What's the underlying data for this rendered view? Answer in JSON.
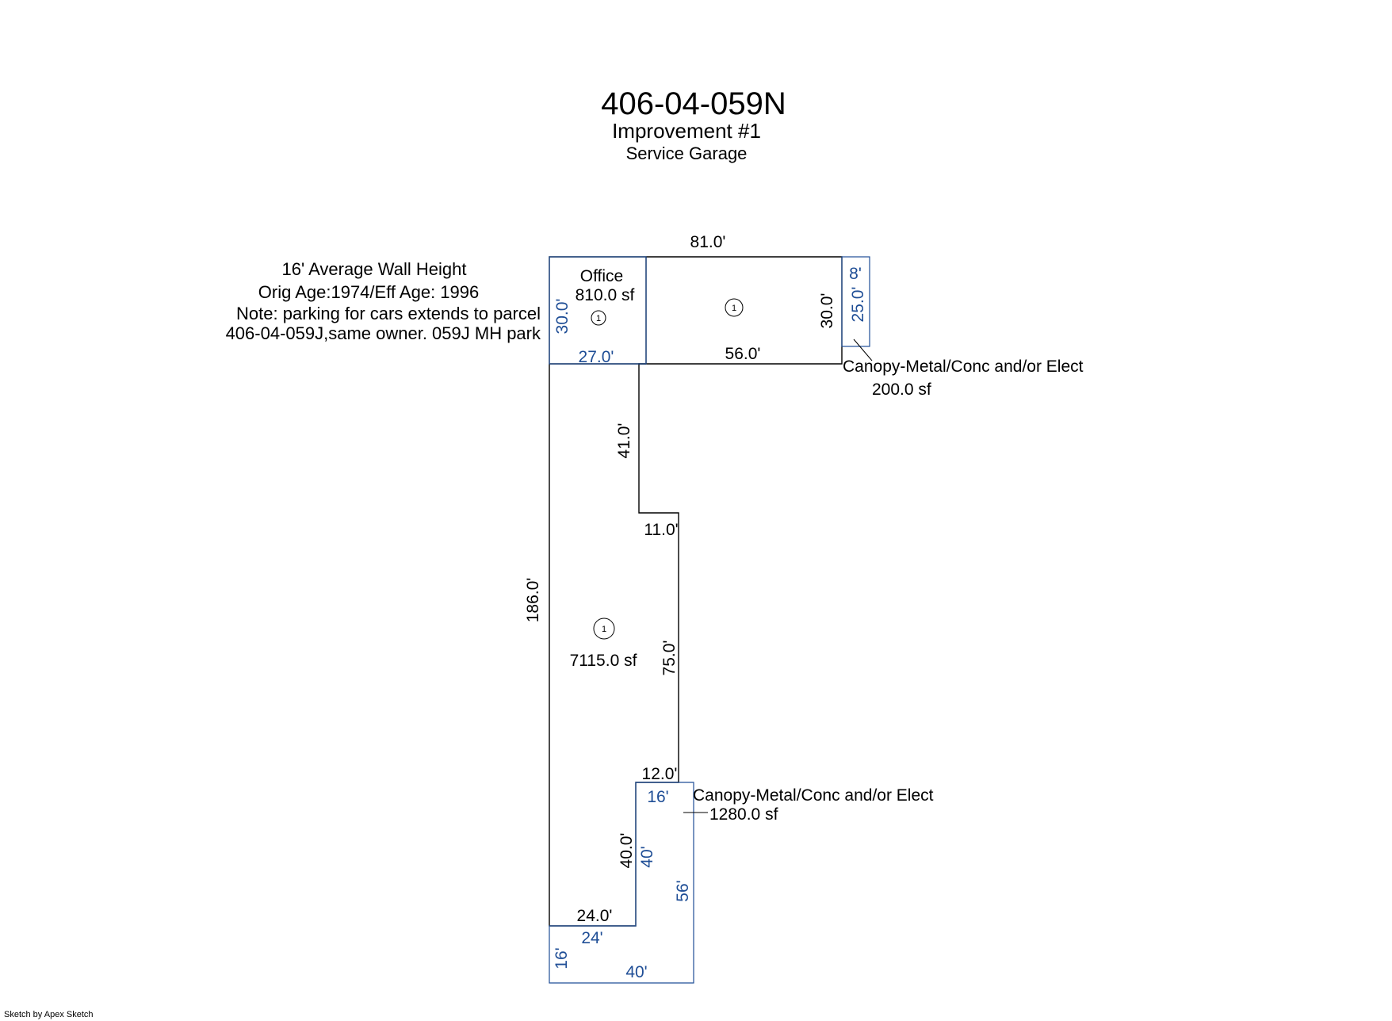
{
  "header": {
    "parcel_id": "406-04-059N",
    "improvement": "Improvement #1",
    "use_type": "Service Garage"
  },
  "notes": {
    "line1": "16' Average Wall Height",
    "line2": "Orig Age:1974/Eff Age: 1996",
    "line3": "Note: parking for cars extends to parcel",
    "line4": "406-04-059J,same owner. 059J MH park"
  },
  "main_building": {
    "area": "7115.0 sf",
    "marker": "1",
    "dims": {
      "top": "81.0'",
      "right_top": "30.0'",
      "bottom_top": "56.0'",
      "inner_vertical": "41.0'",
      "step": "11.0'",
      "right_lower": "75.0'",
      "lower_step": "12.0'",
      "inner_lower": "40.0'",
      "bottom": "24.0'",
      "left": "186.0'"
    }
  },
  "office": {
    "name": "Office",
    "area": "810.0 sf",
    "marker": "1",
    "dims": {
      "height": "30.0'",
      "width": "27.0'"
    }
  },
  "middle_marker": "1",
  "canopy_top": {
    "label": "Canopy-Metal/Conc and/or Elect",
    "area": "200.0 sf",
    "dims": {
      "width": "8'",
      "height": "25.0'"
    }
  },
  "canopy_bottom": {
    "label": "Canopy-Metal/Conc and/or Elect",
    "area": "1280.0 sf",
    "dims": {
      "top": "16'",
      "inner": "40'",
      "right": "56'",
      "step": "24'",
      "left": "16'",
      "bottom": "40'"
    }
  },
  "footer": {
    "credit": "Sketch by Apex Sketch"
  },
  "colors": {
    "line": "#000000",
    "canopy": "#1f4e96"
  }
}
